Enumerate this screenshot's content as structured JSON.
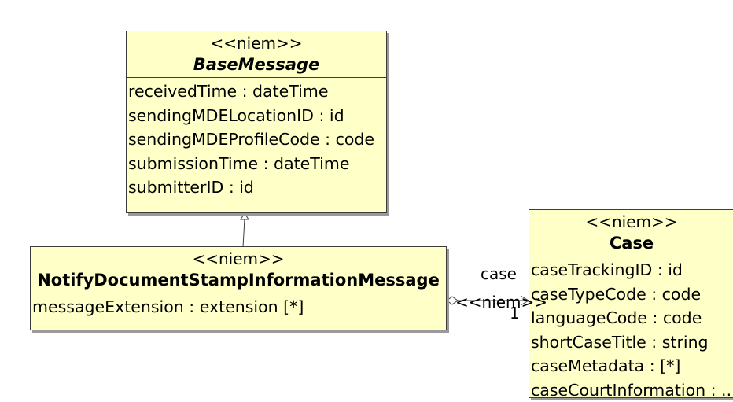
{
  "base_message": {
    "stereotype": "<<niem>>",
    "name": "BaseMessage",
    "attributes": [
      "receivedTime : dateTime",
      "sendingMDELocationID : id",
      "sendingMDEProfileCode : code",
      "submissionTime : dateTime",
      "submitterID : id"
    ]
  },
  "notify_message": {
    "stereotype": "<<niem>>",
    "name": "NotifyDocumentStampInformationMessage",
    "attributes": [
      "messageExtension : extension [*]"
    ]
  },
  "case": {
    "stereotype": "<<niem>>",
    "name": "Case",
    "attributes": [
      "caseTrackingID : id",
      "caseTypeCode : code",
      "languageCode : code",
      "shortCaseTitle : string",
      "caseMetadata :  [*]",
      "caseCourtInformation : ..."
    ]
  },
  "association": {
    "role": "case",
    "stereotype": "<<niem>>",
    "multiplicity": "1"
  }
}
